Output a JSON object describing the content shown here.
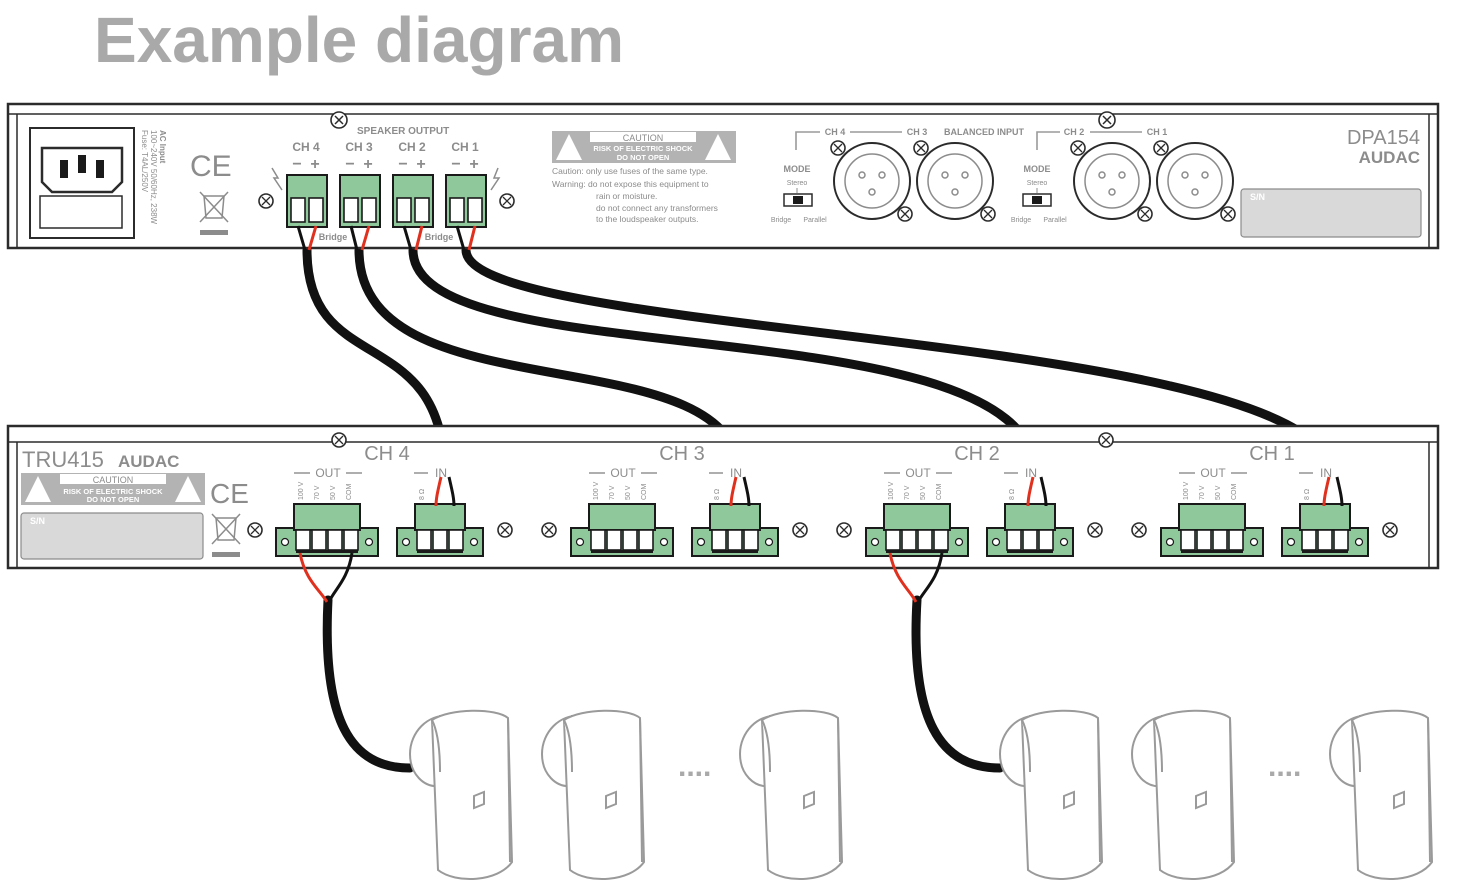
{
  "heading": "Example diagram",
  "amplifier": {
    "model": "DPA154",
    "brand": "AUDAC",
    "ac_input": [
      "AC Input",
      "100~240V 50/60Hz, 238W",
      "Fuse: T4AL/250V"
    ],
    "ce_mark": "CE",
    "speaker_output_label": "SPEAKER OUTPUT",
    "channels": [
      "CH 4",
      "CH 3",
      "CH 2",
      "CH 1"
    ],
    "minus": "−",
    "plus": "+",
    "bridge_label": "Bridge",
    "caution": {
      "title": "CAUTION",
      "line1": "RISK OF ELECTRIC SHOCK",
      "line2": "DO NOT OPEN",
      "warning_lines": [
        "Caution: only use fuses of the same type.",
        "Warning: do not expose this equipment to",
        "rain or moisture.",
        "do not connect any transformers",
        "to the loudspeaker outputs."
      ]
    },
    "balanced_input_label": "BALANCED INPUT",
    "mode": {
      "label": "MODE",
      "stereo": "Stereo",
      "bridge": "Bridge",
      "parallel": "Parallel"
    },
    "serial_label": "S/N"
  },
  "transformer": {
    "model": "TRU415",
    "brand": "AUDAC",
    "ce_mark": "CE",
    "serial_label": "S/N",
    "caution": {
      "title": "CAUTION",
      "line1": "RISK OF ELECTRIC SHOCK",
      "line2": "DO NOT OPEN"
    },
    "channels": [
      "CH 4",
      "CH 3",
      "CH 2",
      "CH 1"
    ],
    "out_label": "OUT",
    "in_label": "IN",
    "out_taps": [
      "100 V",
      "70 V",
      "50 V",
      "COM"
    ],
    "in_taps": [
      "8 Ω",
      "-",
      "+"
    ]
  },
  "ellipsis": "....",
  "colors": {
    "terminal_green": "#8fc99b",
    "cable": "#111111",
    "positive_wire": "#e0301e",
    "label_grey": "#8c8c8c",
    "heading_grey": "#a9a9a9"
  }
}
